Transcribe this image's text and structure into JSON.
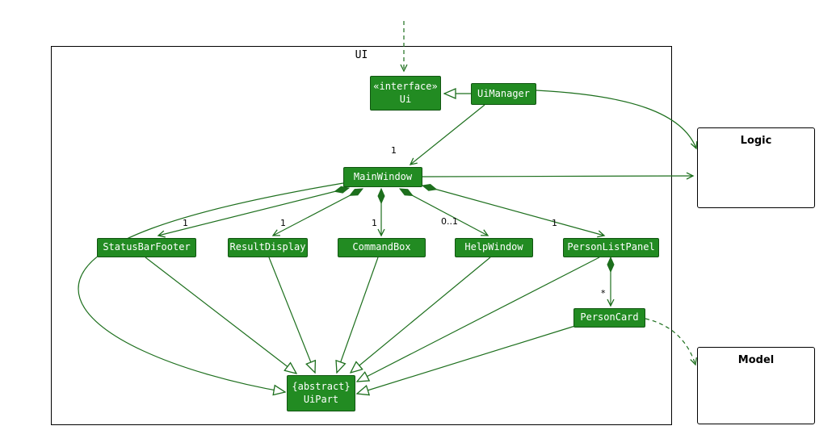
{
  "diagram": {
    "package": {
      "label": "UI"
    },
    "nodes": {
      "ui_interface": {
        "stereotype": "«interface»",
        "name": "Ui"
      },
      "ui_manager": {
        "name": "UiManager"
      },
      "main_window": {
        "name": "MainWindow"
      },
      "status_bar_footer": {
        "name": "StatusBarFooter"
      },
      "result_display": {
        "name": "ResultDisplay"
      },
      "command_box": {
        "name": "CommandBox"
      },
      "help_window": {
        "name": "HelpWindow"
      },
      "person_list_panel": {
        "name": "PersonListPanel"
      },
      "person_card": {
        "name": "PersonCard"
      },
      "ui_part": {
        "modifier": "{abstract}",
        "name": "UiPart"
      },
      "logic": {
        "name": "Logic"
      },
      "model": {
        "name": "Model"
      }
    },
    "multiplicities": {
      "main_window": "1",
      "status_bar_footer": "1",
      "result_display": "1",
      "command_box": "1",
      "help_window": "0..1",
      "person_list_panel": "1",
      "person_card": "*"
    },
    "colors": {
      "node_fill": "#228B22",
      "node_border": "#115511",
      "edge": "#1d6f1d",
      "node_text": "#ffffff"
    }
  }
}
